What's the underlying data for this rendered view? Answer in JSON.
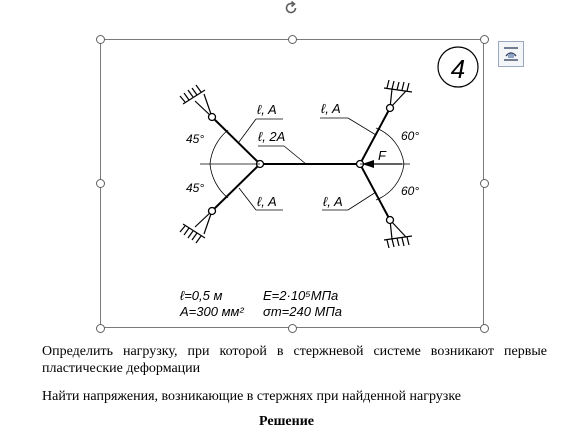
{
  "figure": {
    "number": "4",
    "labels": {
      "rod_upper_left": "ℓ, A",
      "rod_center": "ℓ, 2A",
      "rod_lower_left": "ℓ, A",
      "rod_upper_right": "ℓ, A",
      "rod_lower_right": "ℓ, A",
      "angle_upper_left": "45°",
      "angle_lower_left": "45°",
      "angle_upper_right": "60°",
      "angle_lower_right": "60°",
      "force": "F"
    },
    "given": {
      "length": "ℓ=0,5 м",
      "area": "A=300 мм²",
      "modulus": "E=2·10⁵МПа",
      "yield": "σт=240 МПа"
    }
  },
  "text": {
    "task_1": "Определить нагрузку, при которой в стержневой системе возникают первые пластические деформации",
    "task_2": "Найти напряжения, возникающие в стержнях при найденной нагрузке",
    "solution_heading": "Решение"
  }
}
